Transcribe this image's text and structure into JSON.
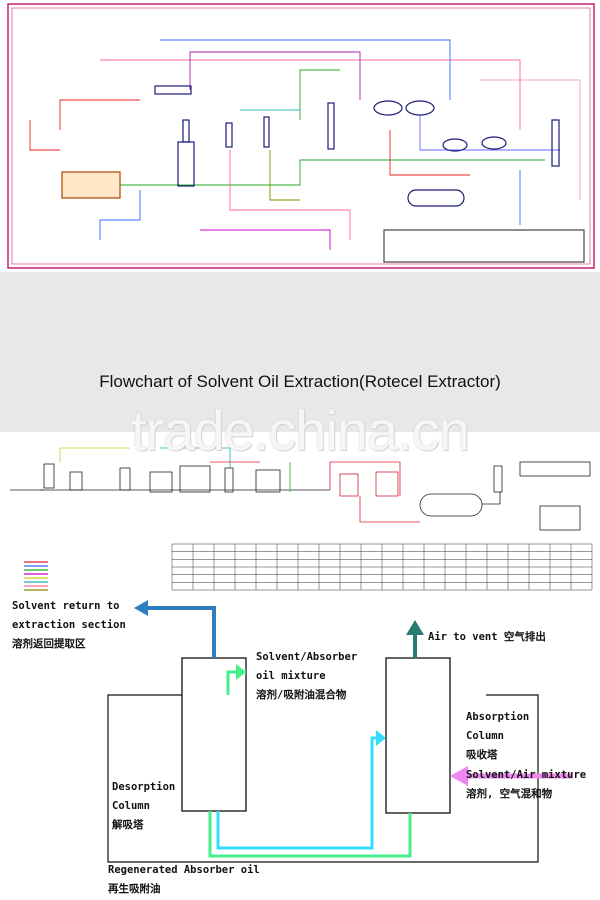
{
  "chart_title": "Flowchart of Solvent Oil Extraction(Rotecel Extractor)",
  "watermark": "trade.china.cn",
  "diagram": {
    "solvent_return": [
      "Solvent return to",
      "extraction section",
      "溶剂返回提取区"
    ],
    "air_vent": "Air to vent 空气排出",
    "mixture": [
      "Solvent/Absorber",
      "oil mixture",
      "溶剂/吸附油混合物"
    ],
    "absorption": [
      "Absorption",
      "Column",
      "吸收塔"
    ],
    "solvent_air": [
      "Solvent/Air mixture",
      "溶剂, 空气混和物"
    ],
    "desorption": [
      "Desorption",
      "Column",
      "解吸塔"
    ],
    "regenerated": [
      "Regenerated Absorber oil",
      "再生吸附油"
    ]
  },
  "colors": {
    "blue_arrow": "#2f7fc0",
    "teal_arrow": "#2a7a74",
    "green_line": "#44ee88",
    "cyan_line": "#33ddff",
    "pink_arrow": "#ee88ee"
  }
}
